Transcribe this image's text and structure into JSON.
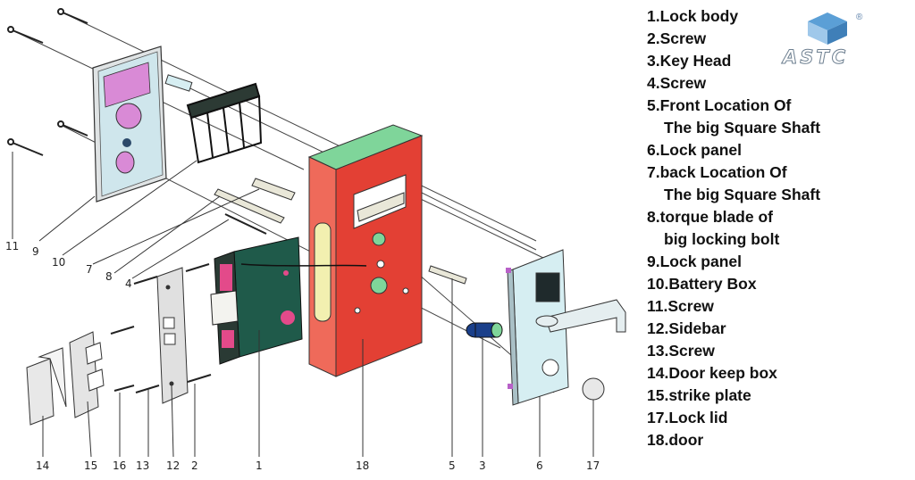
{
  "legend": [
    {
      "text": "1.Lock body"
    },
    {
      "text": "2.Screw"
    },
    {
      "text": "3.Key Head"
    },
    {
      "text": "4.Screw"
    },
    {
      "text": "5.Front Location Of",
      "cont": "The big Square Shaft"
    },
    {
      "text": "6.Lock panel"
    },
    {
      "text": "7.back Location Of",
      "cont": "The big Square Shaft"
    },
    {
      "text": "8.torque blade of",
      "cont": "big locking bolt"
    },
    {
      "text": "9.Lock panel"
    },
    {
      "text": "10.Battery Box"
    },
    {
      "text": "11.Screw"
    },
    {
      "text": "12.Sidebar"
    },
    {
      "text": "13.Screw"
    },
    {
      "text": "14.Door keep box"
    },
    {
      "text": "15.strike plate"
    },
    {
      "text": "17.Lock lid"
    },
    {
      "text": "18.door"
    }
  ],
  "logo": {
    "text": "ASTC",
    "reg": "®"
  },
  "callouts": {
    "c1": "1",
    "c2": "2",
    "c3": "3",
    "c4": "4",
    "c5": "5",
    "c6": "6",
    "c7": "7",
    "c8": "8",
    "c9": "9",
    "c10": "10",
    "c11": "11",
    "c12": "12",
    "c13": "13",
    "c14": "14",
    "c15": "15",
    "c16": "16",
    "c17": "17",
    "c18": "18"
  },
  "colors": {
    "door": "#ec4a3c",
    "door_top": "#7fd59a",
    "panel": "#d6eef2",
    "screen": "#e7a6e8",
    "lock_body": "#1f5a4a",
    "cylinder": "#1a3f8a"
  }
}
